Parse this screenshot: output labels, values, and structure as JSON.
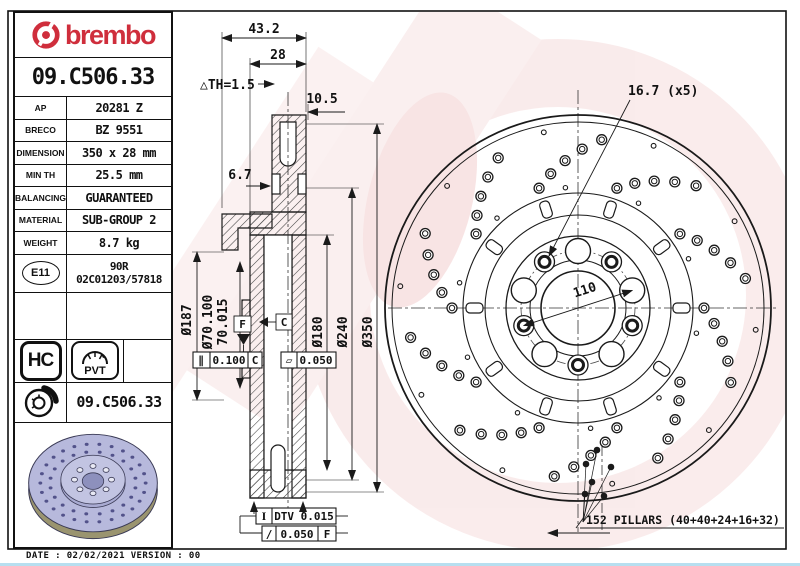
{
  "header": {
    "logo_text": "brembo",
    "part_number": "09.C506.33"
  },
  "brand_color": "#cf2e3c",
  "spec_table": {
    "rows": [
      {
        "label": "AP",
        "value": "20281 Z"
      },
      {
        "label": "BRECO",
        "value": "BZ 9551"
      },
      {
        "label": "DIMENSION",
        "value": "350 x 28 mm"
      },
      {
        "label": "MIN TH",
        "value": "25.5 mm"
      },
      {
        "label": "BALANCING",
        "value": "GUARANTEED"
      },
      {
        "label": "MATERIAL",
        "value": "SUB-GROUP 2"
      },
      {
        "label": "WEIGHT",
        "value": "8.7 kg"
      }
    ],
    "homologation": {
      "mark": "E11",
      "line1": "90R",
      "line2": "02C01203/57818"
    },
    "badges": {
      "hc": "HC",
      "pvt": "PVT"
    },
    "bottom_part_number": "09.C506.33"
  },
  "footer": {
    "date_line": "DATE : 02/02/2021 VERSION : 00"
  },
  "drawing": {
    "dims": {
      "overall_th": "43.2",
      "disc_th": "28",
      "th_delta": "△TH=1.5",
      "hat_depth": "10.5",
      "dim_6_7": "6.7",
      "dia_187": "Ø187",
      "bore_upper": "Ø70.100",
      "bore_lower": "70.015",
      "dia_180": "Ø180",
      "dia_240": "Ø240",
      "dia_350": "Ø350",
      "hole_dia": "16.7 (x5)",
      "pcd": "110",
      "pillars": "152 PILLARS (40+40+24+16+32)"
    },
    "gdt": {
      "datum_f": "F",
      "datum_c": "C",
      "parallelism_sym": "∥",
      "parallelism_val": "0.100",
      "parallelism_datum": "C",
      "flatness_sym": "▱",
      "flatness_val": "0.050",
      "dtv_sym": "I",
      "dtv_val": "DTV 0.015",
      "runout_sym": "∕",
      "runout_val": "0.050",
      "runout_datum": "F"
    }
  }
}
